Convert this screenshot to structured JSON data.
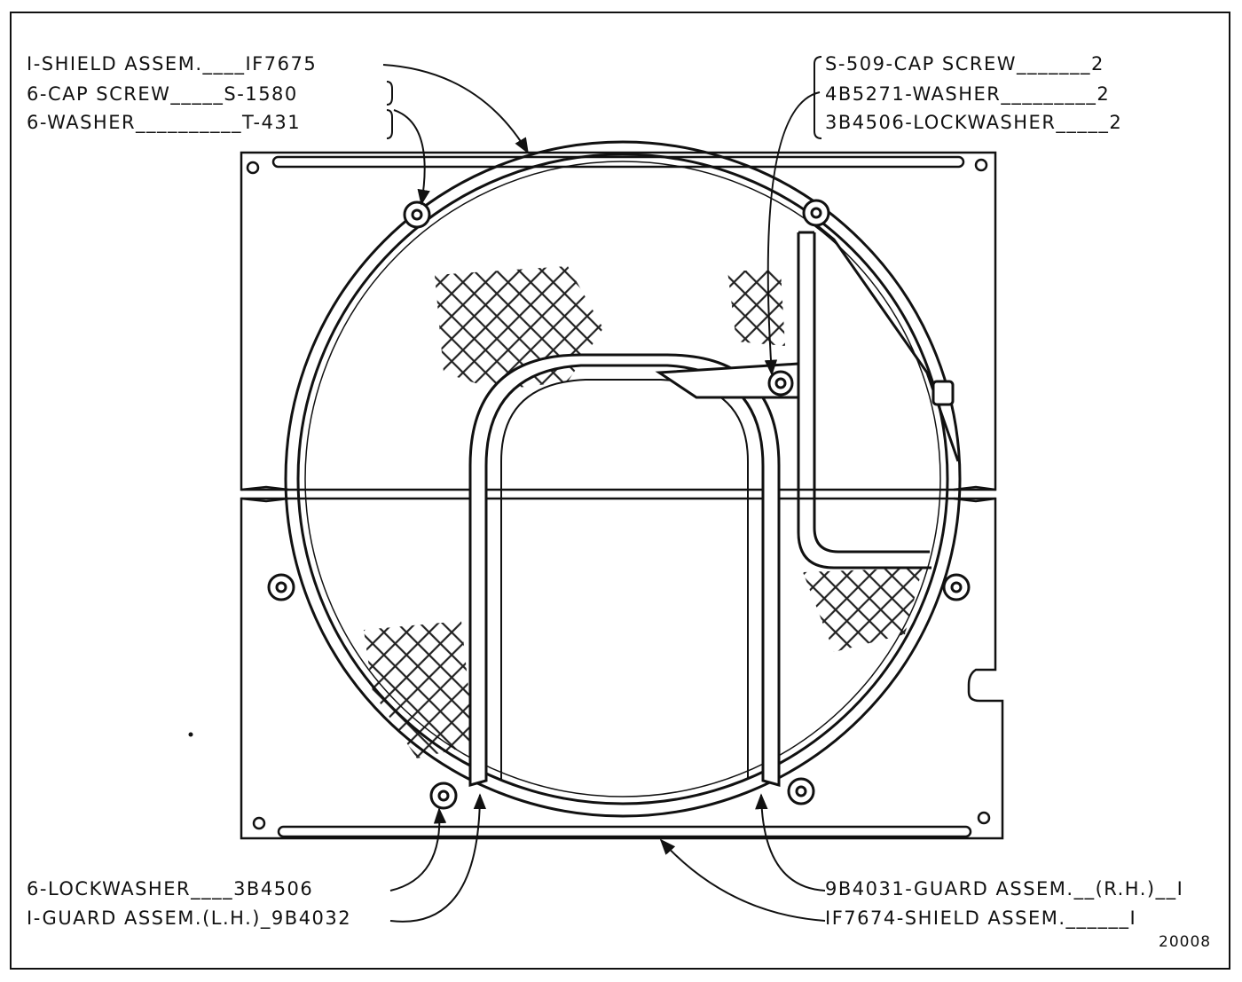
{
  "callouts": {
    "shield_top": "I-SHIELD ASSEM.____IF7675",
    "cap_screw_6": "6-CAP  SCREW_____S-1580",
    "washer_6": "6-WASHER__________T-431",
    "cap_screw_2": "S-509-CAP SCREW_______2",
    "washer_2": "4B5271-WASHER_________2",
    "lockwasher_2": "3B4506-LOCKWASHER_____2",
    "lockwasher_6": "6-LOCKWASHER____3B4506",
    "guard_lh": "I-GUARD ASSEM.(L.H.)_9B4032",
    "guard_rh": "9B4031-GUARD ASSEM.__(R.H.)__I",
    "shield_bottom": "IF7674-SHIELD  ASSEM.______I"
  },
  "figure_number": "20008"
}
